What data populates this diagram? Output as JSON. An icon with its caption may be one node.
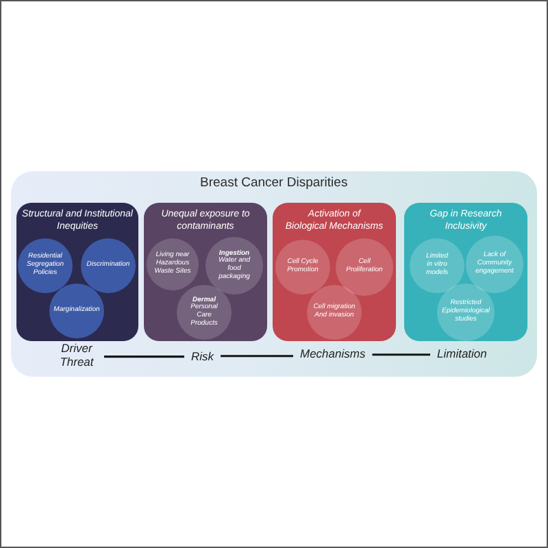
{
  "diagram": {
    "nodes": [
      {
        "text": [
          "Breast Cancer Disparities"
        ]
      },
      {
        "text": [
          "Structural and Institutional Inequities"
        ],
        "in": 0
      },
      {
        "text": [
          "Residential Segregation Policies"
        ],
        "in": 1
      },
      {
        "text": [
          "Discrimination"
        ],
        "in": 1
      },
      {
        "text": [
          "Marginalization"
        ],
        "in": 1
      },
      {
        "text": [
          "Unequal exposure to contaminants"
        ],
        "in": 0
      },
      {
        "text": [
          "Living near Hazardous Waste Sites"
        ],
        "in": 5
      },
      {
        "text": [
          "Ingestion",
          "Water and food packaging"
        ],
        "in": 5
      },
      {
        "text": [
          "Dermal",
          "Personal Care Products"
        ],
        "in": 5
      },
      {
        "text": [
          "Activation of Biological Mechanisms"
        ],
        "in": 0
      },
      {
        "text": [
          "Cell Cycle Promotion"
        ],
        "in": 9
      },
      {
        "text": [
          "Cell Proliferation"
        ],
        "in": 9
      },
      {
        "text": [
          "Cell migration And invasion"
        ],
        "in": 9
      },
      {
        "text": [
          "Gap in Research Inclusivity"
        ],
        "in": 0
      },
      {
        "text": [
          "Limited in vitro models"
        ],
        "in": 13
      },
      {
        "text": [
          "Lack of Community engagement"
        ],
        "in": 13
      },
      {
        "text": [
          "Restricted Epidemiological studies"
        ],
        "in": 13
      },
      {
        "text": [
          "Driver Threat"
        ],
        "in": 0
      },
      {
        "text": [
          "Risk"
        ],
        "in": 0
      },
      {
        "text": [
          "Mechanisms"
        ],
        "in": 0
      },
      {
        "text": [
          "Limitation"
        ],
        "in": 0
      }
    ],
    "edges": [
      {
        "from": 17,
        "to": 18,
        "arrow": "none"
      },
      {
        "from": 18,
        "to": 19,
        "arrow": "none"
      },
      {
        "from": 19,
        "to": 20,
        "arrow": "none"
      }
    ]
  }
}
